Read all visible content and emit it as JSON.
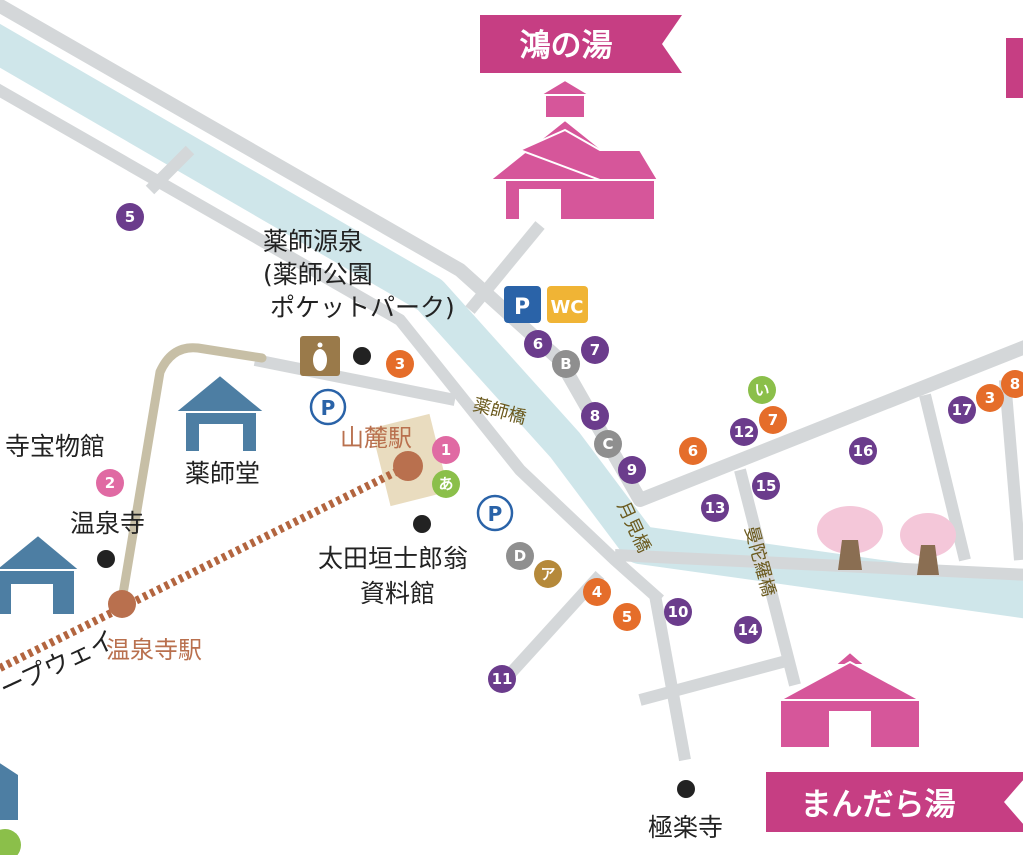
{
  "colors": {
    "river": "#cfe6ea",
    "road": "#d4d7d9",
    "ropeway_path": "#c7bfa6",
    "ropeway_line": "#b3653f",
    "station": "#b9704e",
    "banner": "#c63e83",
    "purple": "#6b3c8c",
    "gray": "#8f8f8f",
    "orange": "#e56d2a",
    "pink": "#e06aa3",
    "green": "#8bbf4a",
    "brown": "#b5893a",
    "parking": "#2a63a8",
    "wc": "#f0b435",
    "onsen_bldg": "#d6569a",
    "temple_bldg": "#4d7ea3"
  },
  "banners": {
    "unoyu": "鴻の湯",
    "mandarayu": "まんだら湯"
  },
  "labels": {
    "yakushi_gensen_1": "薬師源泉",
    "yakushi_gensen_2": "(薬師公園",
    "yakushi_gensen_3": "ポケットパーク)",
    "yakushido": "薬師堂",
    "treasure_hall": "寺宝物館",
    "onsenji": "温泉寺",
    "ota": "太田垣士郎翁",
    "ota_2": "資料館",
    "gokurakuji": "極楽寺",
    "ropeway": "ープウェイ"
  },
  "stations": {
    "sanroku": "山麓駅",
    "onsenji": "温泉寺駅"
  },
  "bridges": {
    "yakushi": "薬師橋",
    "tsukimi": "月見橋",
    "mandara": "曼陀羅橋"
  },
  "icons": {
    "parking_label": "P",
    "wc_label": "WC",
    "footbath": "footbath-icon"
  },
  "markers": {
    "m5": "5",
    "m6": "6",
    "B": "B",
    "m7": "7",
    "m3": "3",
    "m8": "8",
    "C": "C",
    "m9": "9",
    "m1": "1",
    "a": "あ",
    "m2": "2",
    "D": "D",
    "ア": "ア",
    "o4": "4",
    "o5": "5",
    "m10": "10",
    "m11": "11",
    "o6": "6",
    "i": "い",
    "m12": "12",
    "o7": "7",
    "m13": "13",
    "m15": "15",
    "m16": "16",
    "m17": "17",
    "o3": "3",
    "o8": "8",
    "m14": "14"
  }
}
